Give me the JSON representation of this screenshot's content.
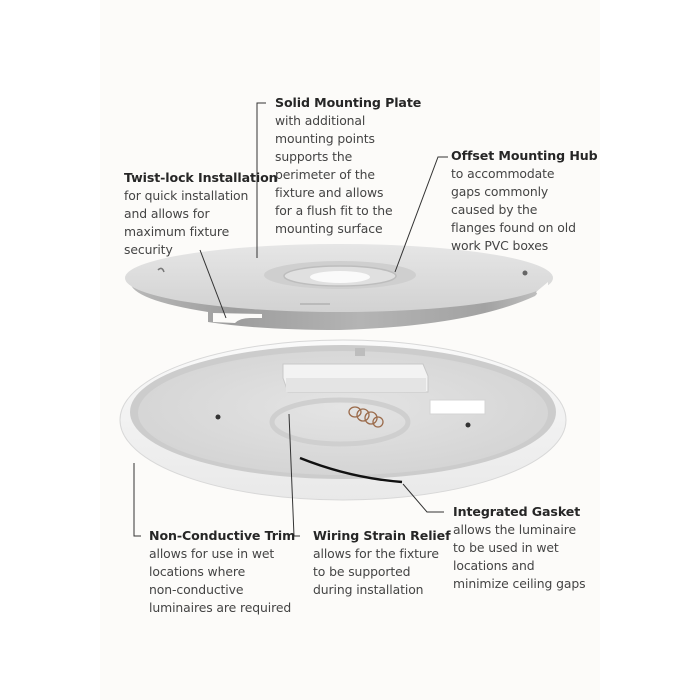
{
  "diagram": {
    "subject": "Flush-mount LED luminaire exploded view",
    "components": [
      "mounting-plate",
      "luminaire-body"
    ]
  },
  "callouts": {
    "solid_plate": {
      "title": "Solid Mounting Plate",
      "description": "with additional\nmounting points\nsupports the\nperimeter of the\nfixture and allows\nfor a flush fit to the\nmounting surface"
    },
    "twist_lock": {
      "title": "Twist-lock Installation",
      "description": "for quick installation\nand allows for\nmaximum fixture\nsecurity"
    },
    "offset_hub": {
      "title": "Offset Mounting Hub",
      "description": "to accommodate\ngaps commonly\ncaused by the\nflanges found on old\nwork PVC boxes"
    },
    "non_conductive": {
      "title": "Non-Conductive Trim",
      "description": "allows for use in wet\nlocations where\nnon-conductive\nluminaires are required"
    },
    "strain_relief": {
      "title": "Wiring Strain Relief",
      "description": "allows for the fixture\nto be supported\nduring installation"
    },
    "gasket": {
      "title": "Integrated Gasket",
      "description": "allows the luminaire\nto be used in wet\nlocations and\nminimize ceiling gaps"
    }
  },
  "colors": {
    "background": "#ffffff",
    "panel": "#fcfbf9",
    "title_text": "#262626",
    "body_text": "#444444",
    "leader_line": "#333333",
    "plate_top": "#dcdcdc",
    "plate_edge": "#a9a9a9",
    "body_white": "#f1f1f1"
  }
}
